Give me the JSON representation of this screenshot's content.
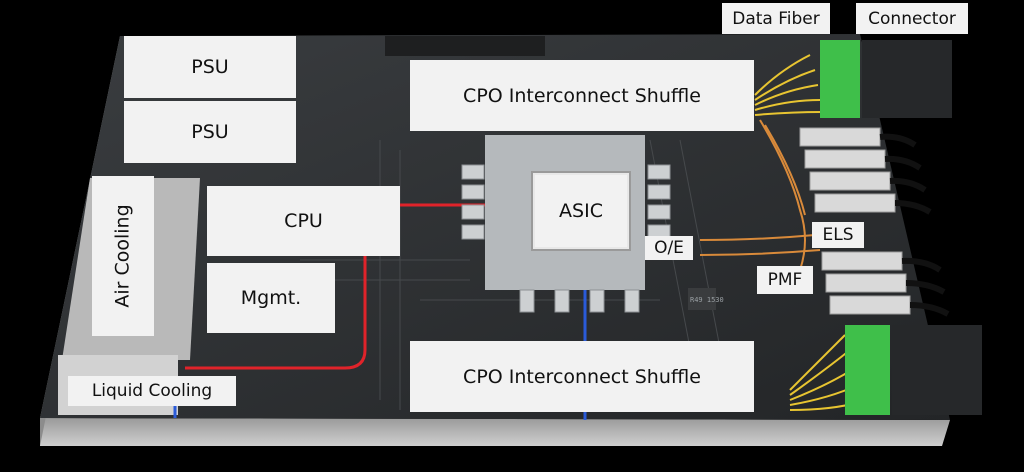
{
  "labels": {
    "data_fiber": "Data Fiber",
    "connector": "Connector",
    "psu_top": "PSU",
    "psu_bottom": "PSU",
    "cpo_top": "CPO Interconnect Shuffle",
    "cpo_bottom": "CPO Interconnect Shuffle",
    "air_cooling": "Air Cooling",
    "cpu": "CPU",
    "mgmt": "Mgmt.",
    "asic": "ASIC",
    "oe": "O/E",
    "els": "ELS",
    "pmf": "PMF",
    "liquid_cooling": "Liquid Cooling",
    "chip_marking": "R49 1530"
  },
  "colors": {
    "background": "#000000",
    "board": "#2b2e30",
    "label_bg": "#f2f2f2",
    "fiber_yellow": "#e8c531",
    "fiber_orange": "#d98a3a",
    "connector_green": "#3fbf4a",
    "cpu_trace_red": "#e0232a",
    "liquid_blue": "#2a5bd9"
  }
}
